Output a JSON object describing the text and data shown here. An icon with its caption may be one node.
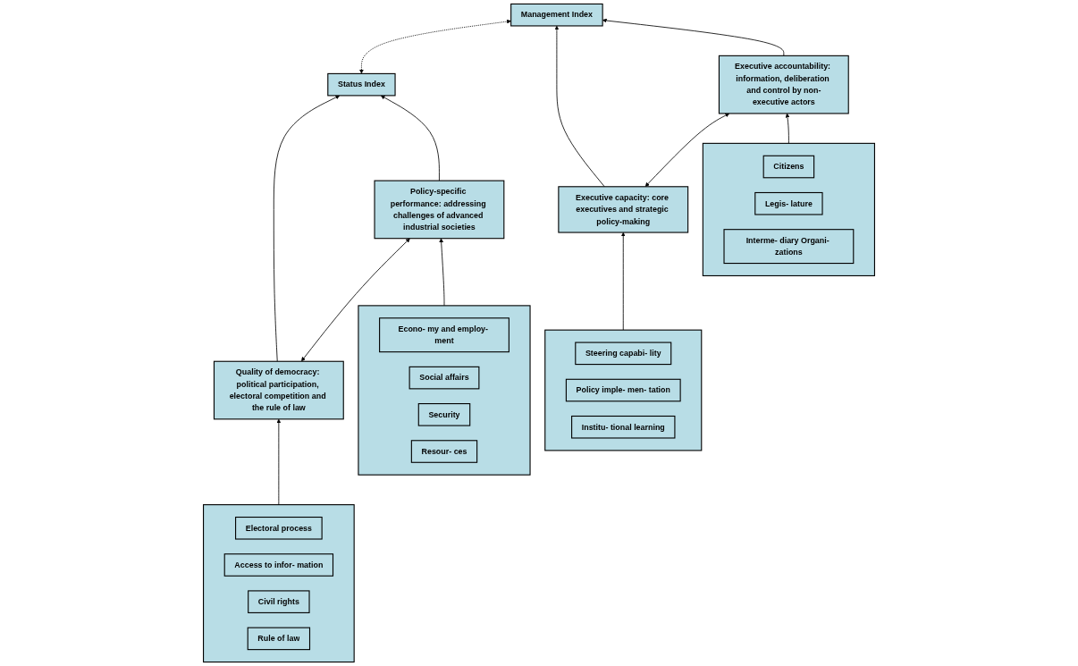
{
  "diagram": {
    "nodes": [
      {
        "text": [
          "Status Index"
        ]
      },
      {
        "text": [
          "Management Index"
        ]
      },
      {
        "text": [
          "Quality of democracy: political participation, electoral competition and the rule of law"
        ]
      },
      {
        "text": [
          "Policy-specific performance: addressing challenges of advanced industrial societies"
        ]
      },
      {
        "text": [
          "Executive capacity: core executives and strategic policy-making"
        ]
      },
      {
        "text": [
          "Executive accountability: information, deliberation and control by non-executive actors"
        ]
      },
      {
        "text": [],
        "shape": "box"
      },
      {
        "text": [
          "Electoral process"
        ],
        "in": 6
      },
      {
        "text": [
          "Access to infor- mation"
        ],
        "in": 6
      },
      {
        "text": [
          "Civil rights"
        ],
        "in": 6
      },
      {
        "text": [
          "Rule of law"
        ],
        "in": 6
      },
      {
        "text": [],
        "shape": "box"
      },
      {
        "text": [
          "Econo- my and employ- ment"
        ],
        "in": 11
      },
      {
        "text": [
          "Social affairs"
        ],
        "in": 11
      },
      {
        "text": [
          "Security"
        ],
        "in": 11
      },
      {
        "text": [
          "Resour- ces"
        ],
        "in": 11
      },
      {
        "text": [],
        "shape": "box"
      },
      {
        "text": [
          "Steering capabi- lity"
        ],
        "in": 16
      },
      {
        "text": [
          "Policy imple- men- tation"
        ],
        "in": 16
      },
      {
        "text": [
          "Institu- tional learning"
        ],
        "in": 16
      },
      {
        "text": [],
        "shape": "box"
      },
      {
        "text": [
          "Citizens"
        ],
        "in": 20
      },
      {
        "text": [
          "Legis- lature"
        ],
        "in": 20
      },
      {
        "text": [
          "Interme- diary Organi- zations"
        ],
        "in": 20
      }
    ],
    "edges": [
      {
        "from": 0,
        "to": 1,
        "arrow": "both",
        "style": "dashed"
      },
      {
        "from": 2,
        "to": 0,
        "arrow": "to"
      },
      {
        "from": 3,
        "to": 0,
        "arrow": "to"
      },
      {
        "from": 4,
        "to": 1,
        "arrow": "to"
      },
      {
        "from": 5,
        "to": 1,
        "arrow": "to"
      },
      {
        "from": 2,
        "to": 3,
        "arrow": "both"
      },
      {
        "from": 4,
        "to": 5,
        "arrow": "both"
      },
      {
        "from": 6,
        "to": 2,
        "arrow": "to"
      },
      {
        "from": 11,
        "to": 3,
        "arrow": "to"
      },
      {
        "from": 16,
        "to": 4,
        "arrow": "to"
      },
      {
        "from": 20,
        "to": 5,
        "arrow": "to"
      }
    ]
  }
}
